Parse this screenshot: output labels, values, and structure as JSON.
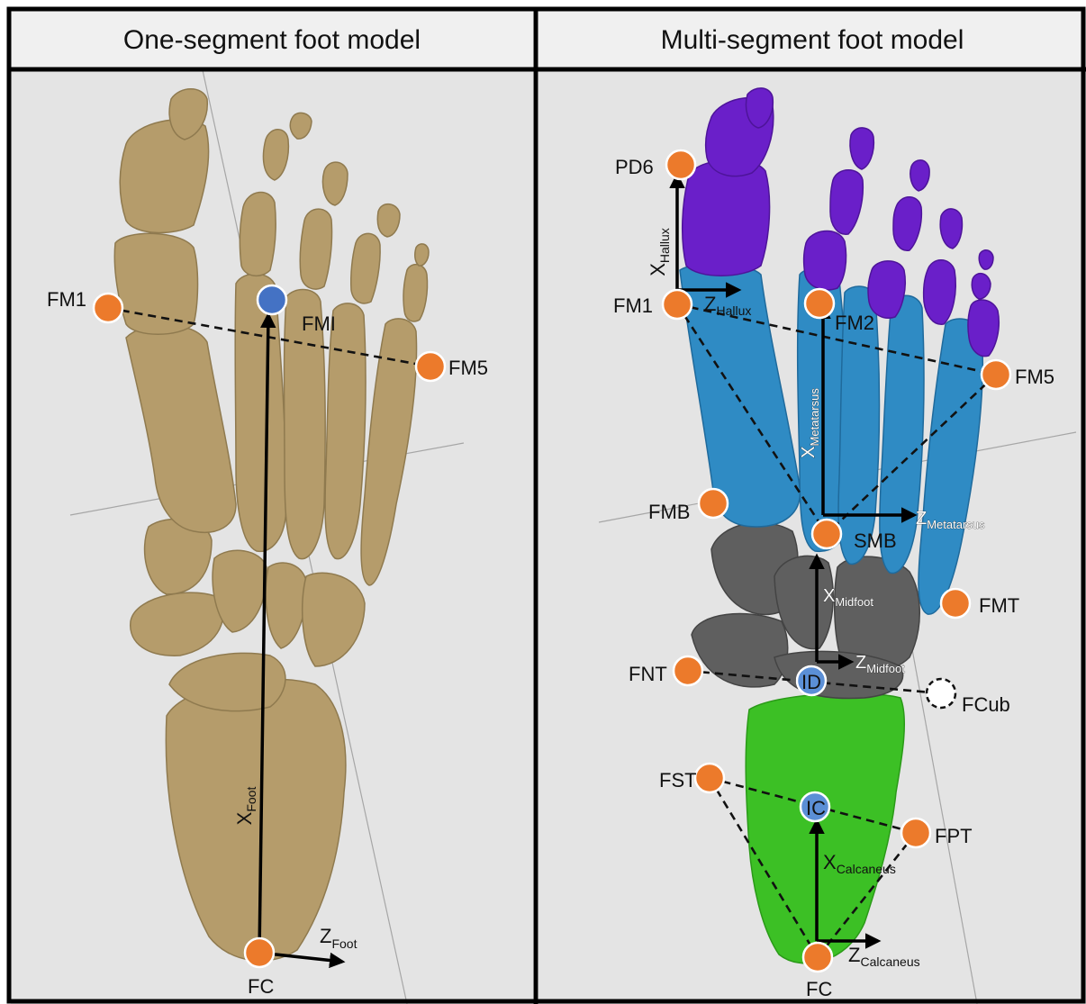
{
  "panels": {
    "left": {
      "title": "One-segment foot model"
    },
    "right": {
      "title": "Multi-segment foot model"
    }
  },
  "left_labels": {
    "FM1": "FM1",
    "FMI": "FMI",
    "FM5": "FM5",
    "FC": "FC",
    "x_axis": {
      "main": "X",
      "sub": "Foot"
    },
    "z_axis": {
      "main": "Z",
      "sub": "Foot"
    }
  },
  "right_labels": {
    "PD6": "PD6",
    "FM1": "FM1",
    "FM2": "FM2",
    "FM5": "FM5",
    "FMB": "FMB",
    "SMB": "SMB",
    "FMT": "FMT",
    "FNT": "FNT",
    "ID": "ID",
    "FCub": "FCub",
    "FST": "FST",
    "IC": "IC",
    "FPT": "FPT",
    "FC": "FC",
    "x_hallux": {
      "main": "X",
      "sub": "Hallux"
    },
    "z_hallux": {
      "main": "Z",
      "sub": "Hallux"
    },
    "x_metatarsus": {
      "main": "X",
      "sub": "Metatarsus"
    },
    "z_metatarsus": {
      "main": "Z",
      "sub": "Metatarsus"
    },
    "x_midfoot": {
      "main": "X",
      "sub": "Midfoot"
    },
    "z_midfoot": {
      "main": "Z",
      "sub": "Midfoot"
    },
    "x_calcaneus": {
      "main": "X",
      "sub": "Calcaneus"
    },
    "z_calcaneus": {
      "main": "Z",
      "sub": "Calcaneus"
    }
  },
  "colors": {
    "bone": "#b59c6b",
    "hallux_toes": "#6a1fc9",
    "metatarsus": "#2f8bc4",
    "midfoot": "#5f5f5f",
    "calcaneus": "#3cc025",
    "marker_orange": "#ec7a2b",
    "marker_blue": "#4472c4",
    "panel_background": "#e4e4e4",
    "title_background": "#f0f0f0"
  }
}
